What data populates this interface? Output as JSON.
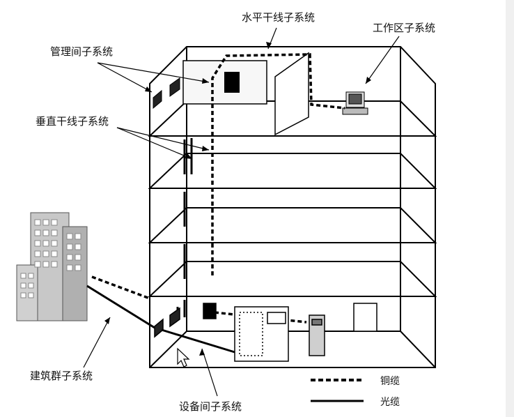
{
  "labels": {
    "horizontal": "水平干线子系统",
    "workarea": "工作区子系统",
    "management": "管理间子系统",
    "vertical": "垂直干线子系统",
    "campus": "建筑群子系统",
    "equipment": "设备间子系统"
  },
  "legend": {
    "copper": "铜缆",
    "fiber": "光缆"
  },
  "colors": {
    "line": "#000000",
    "floor": "#ffffff"
  }
}
